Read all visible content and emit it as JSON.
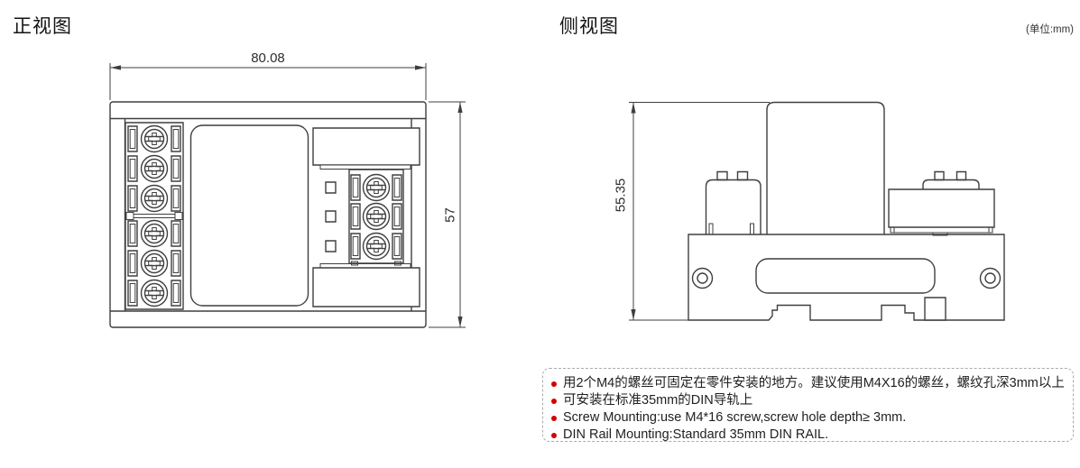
{
  "page": {
    "unit_label": "(单位:mm)"
  },
  "front_view": {
    "title": "正视图",
    "width_dim": "80.08",
    "height_dim": "57"
  },
  "side_view": {
    "title": "侧视图",
    "height_dim": "55.35"
  },
  "notes": {
    "items": [
      "用2个M4的螺丝可固定在零件安装的地方。建议使用M4X16的螺丝，螺纹孔深3mm以上",
      "可安装在标准35mm的DIN导轨上",
      "Screw Mounting:use M4*16 screw,screw hole depth≥ 3mm.",
      "DIN Rail Mounting:Standard 35mm DIN RAIL."
    ]
  },
  "colors": {
    "line": "#3f3f3f",
    "bullet": "#d40000",
    "note_border": "#ababab"
  }
}
